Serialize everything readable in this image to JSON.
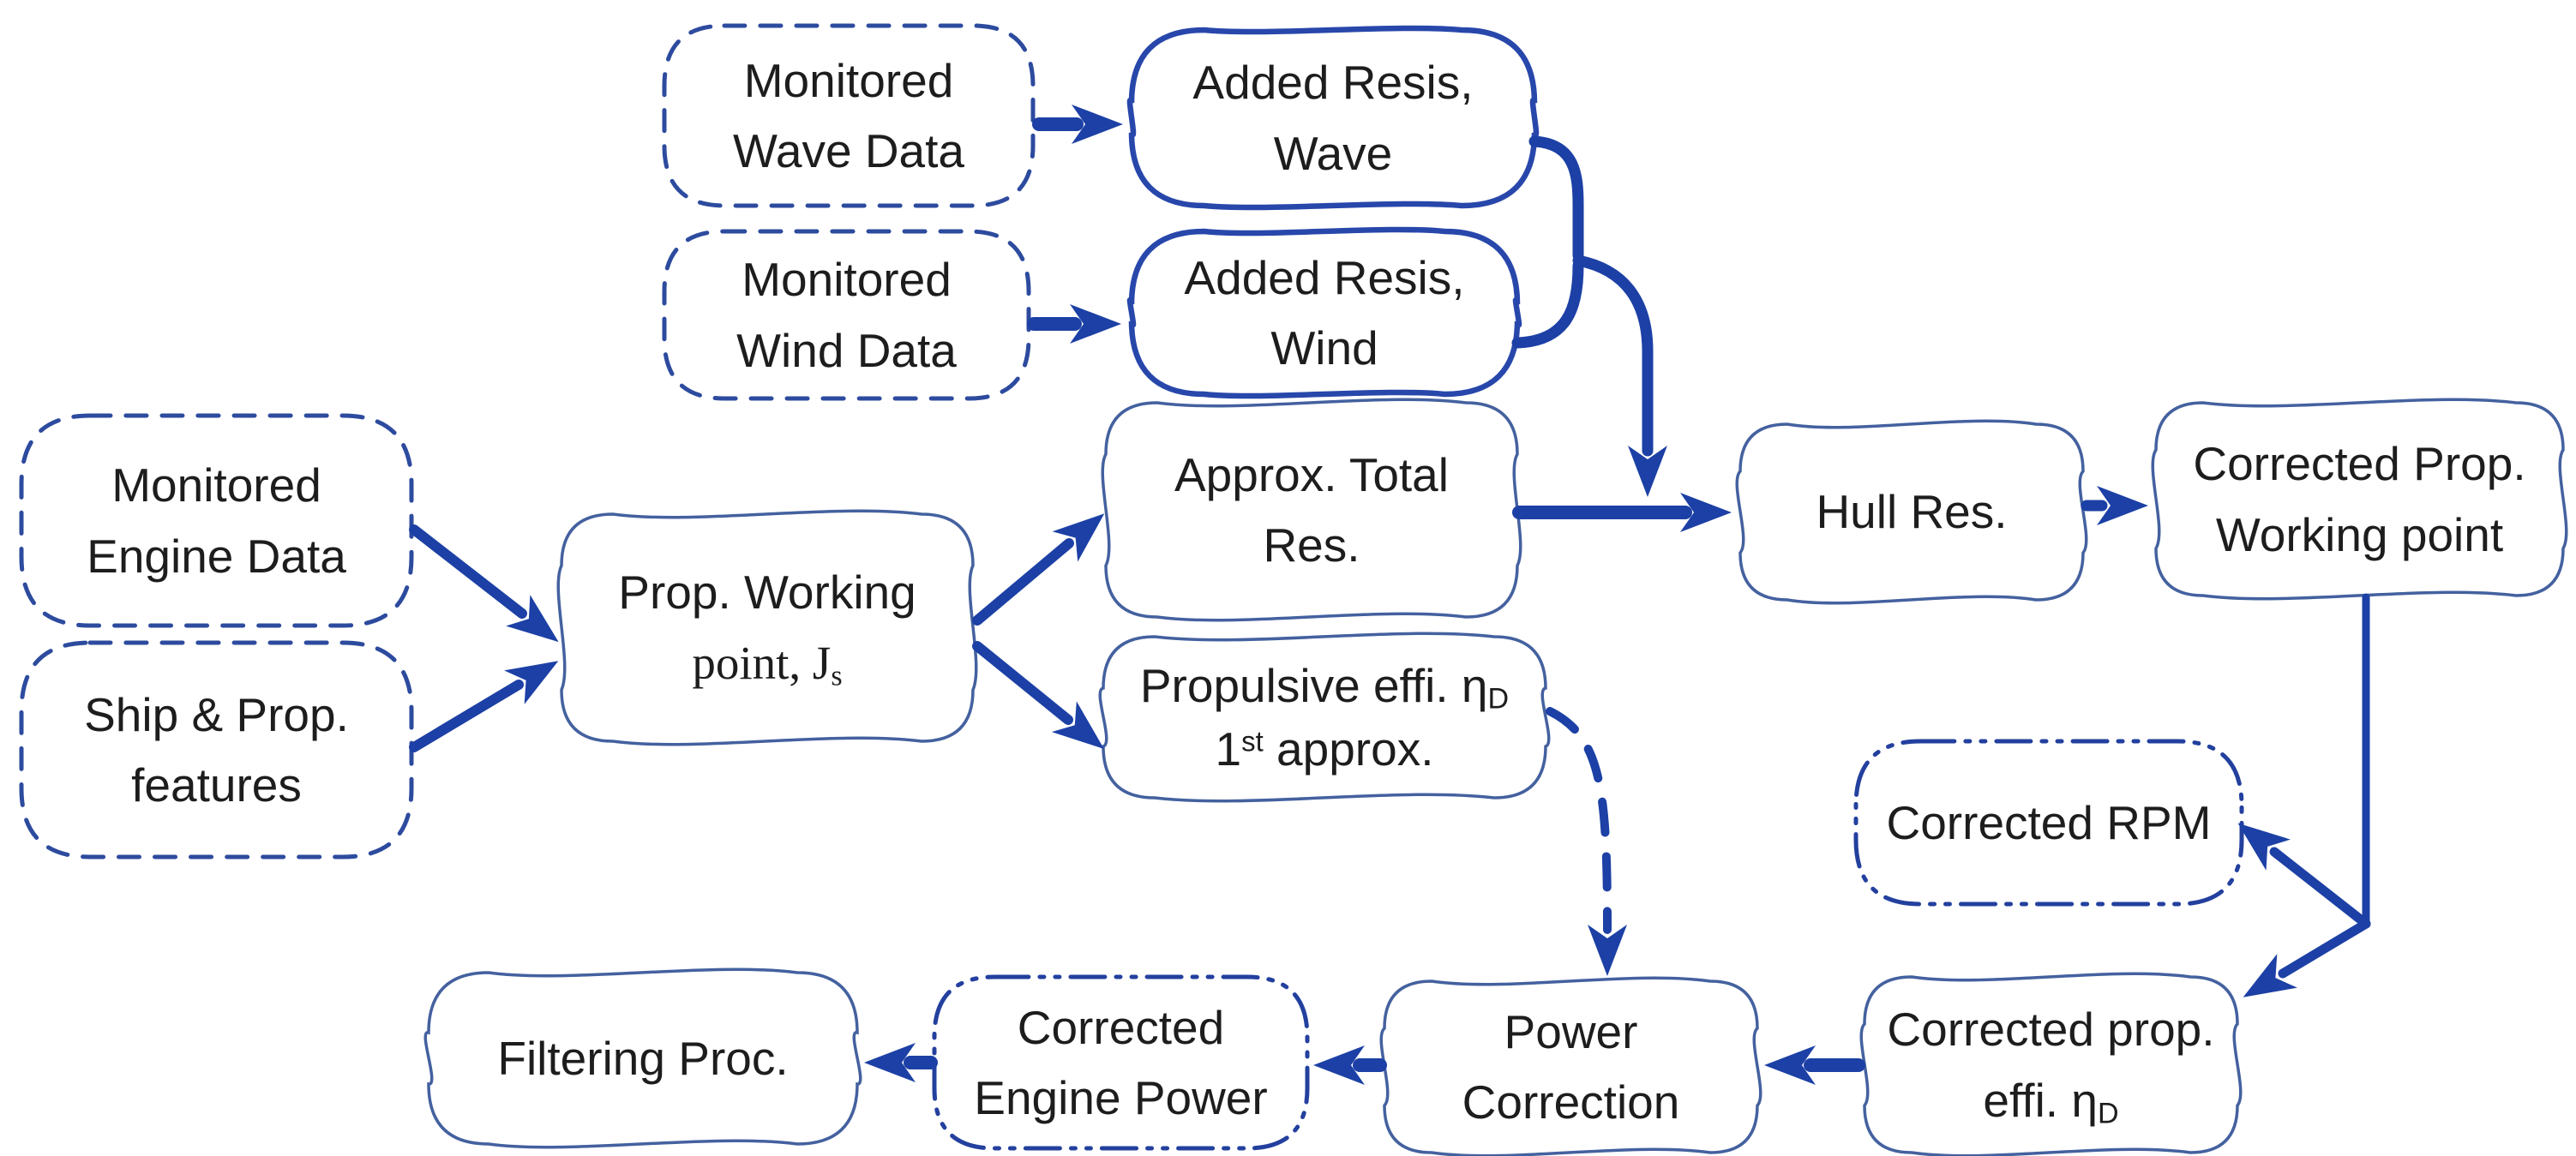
{
  "diagram_type": "flowchart",
  "colors": {
    "arrow": "#1c40a5",
    "text": "#1d1d1d",
    "background": "#ffffff",
    "dashed_border": "#2d4b9e",
    "solid_border": "#2847ab",
    "wavy_border": "#44619f",
    "dashdot_border": "#23409e"
  },
  "nodes": {
    "monitored_wave": {
      "line1": "Monitored",
      "line2": "Wave Data"
    },
    "added_wave": {
      "line1": "Added Resis,",
      "line2": "Wave"
    },
    "monitored_wind": {
      "line1": "Monitored",
      "line2": "Wind Data"
    },
    "added_wind": {
      "line1": "Added Resis,",
      "line2": "Wind"
    },
    "monitored_engine": {
      "line1": "Monitored",
      "line2": "Engine Data"
    },
    "ship_prop": {
      "line1": "Ship & Prop.",
      "line2": "features"
    },
    "prop_working": {
      "line1": "Prop. Working",
      "line2_pre": "point, J",
      "line2_sub": "s"
    },
    "approx_total": {
      "line1": "Approx. Total",
      "line2": "Res."
    },
    "hull_res": {
      "label": "Hull Res."
    },
    "corrected_wp": {
      "line1": "Corrected Prop.",
      "line2": "Working point"
    },
    "corrected_rpm": {
      "label": "Corrected RPM"
    },
    "propulsive_effi": {
      "line1_pre": "Propulsive effi. η",
      "line1_sub": "D",
      "line2_num": "1",
      "line2_sup": "st",
      "line2_post": " approx."
    },
    "power_correction": {
      "line1": "Power",
      "line2": "Correction"
    },
    "corrected_prop_effi": {
      "line1": "Corrected prop.",
      "line2_pre": "effi. η",
      "line2_sub": "D"
    },
    "corrected_engine_power": {
      "line1": "Corrected",
      "line2": "Engine Power"
    },
    "filtering_proc": {
      "label": "Filtering Proc."
    }
  },
  "edges": [
    {
      "from": "Monitored Wave Data",
      "to": "Added Resis, Wave",
      "style": "solid"
    },
    {
      "from": "Monitored Wind Data",
      "to": "Added Resis, Wind",
      "style": "solid"
    },
    {
      "from": "Added Resis, Wave",
      "to": "Hull Res.",
      "style": "solid-bracket"
    },
    {
      "from": "Added Resis, Wind",
      "to": "Hull Res.",
      "style": "solid-bracket"
    },
    {
      "from": "Monitored Engine Data",
      "to": "Prop. Working point, Js",
      "style": "solid"
    },
    {
      "from": "Ship & Prop. features",
      "to": "Prop. Working point, Js",
      "style": "solid"
    },
    {
      "from": "Prop. Working point, Js",
      "to": "Approx. Total Res.",
      "style": "solid"
    },
    {
      "from": "Prop. Working point, Js",
      "to": "Propulsive effi. ηD 1st approx.",
      "style": "solid"
    },
    {
      "from": "Approx. Total Res.",
      "to": "Hull Res.",
      "style": "solid"
    },
    {
      "from": "Hull Res.",
      "to": "Corrected Prop. Working point",
      "style": "solid"
    },
    {
      "from": "Corrected Prop. Working point",
      "to": "Corrected RPM",
      "style": "solid"
    },
    {
      "from": "Corrected Prop. Working point",
      "to": "Corrected prop. effi. ηD",
      "style": "solid"
    },
    {
      "from": "Propulsive effi. ηD 1st approx.",
      "to": "Power Correction",
      "style": "dashed"
    },
    {
      "from": "Corrected prop. effi. ηD",
      "to": "Power Correction",
      "style": "solid"
    },
    {
      "from": "Power Correction",
      "to": "Corrected Engine Power",
      "style": "solid"
    },
    {
      "from": "Corrected Engine Power",
      "to": "Filtering Proc.",
      "style": "solid"
    }
  ]
}
